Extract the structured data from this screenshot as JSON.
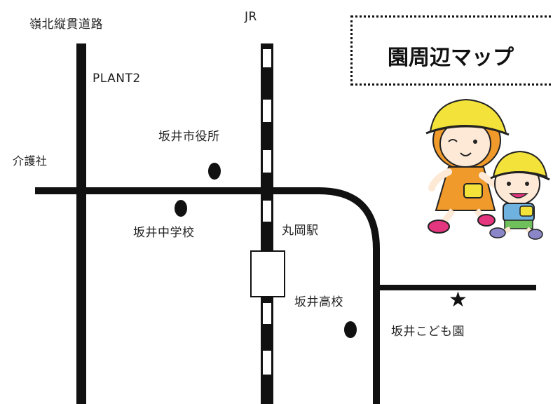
{
  "title": "園周辺マップ",
  "labels": {
    "road_name": "嶺北縦貫道路",
    "jr": "JR",
    "plant2": "PLANT2",
    "city_hall": "坂井市役所",
    "care_company": "介護社",
    "junior_high": "坂井中学校",
    "station": "丸岡駅",
    "high_school": "坂井高校",
    "nursery": "坂井こども園"
  },
  "colors": {
    "road": "#111111",
    "cap_yellow": "#f3e23a",
    "dress_orange": "#ef9a2b",
    "shirt_blue": "#6fb2df",
    "skin": "#fde9d6",
    "shoe_pink": "#e4357f"
  },
  "icons": {
    "nursery_marker": "star-icon",
    "landmark_marker": "dot-icon"
  }
}
